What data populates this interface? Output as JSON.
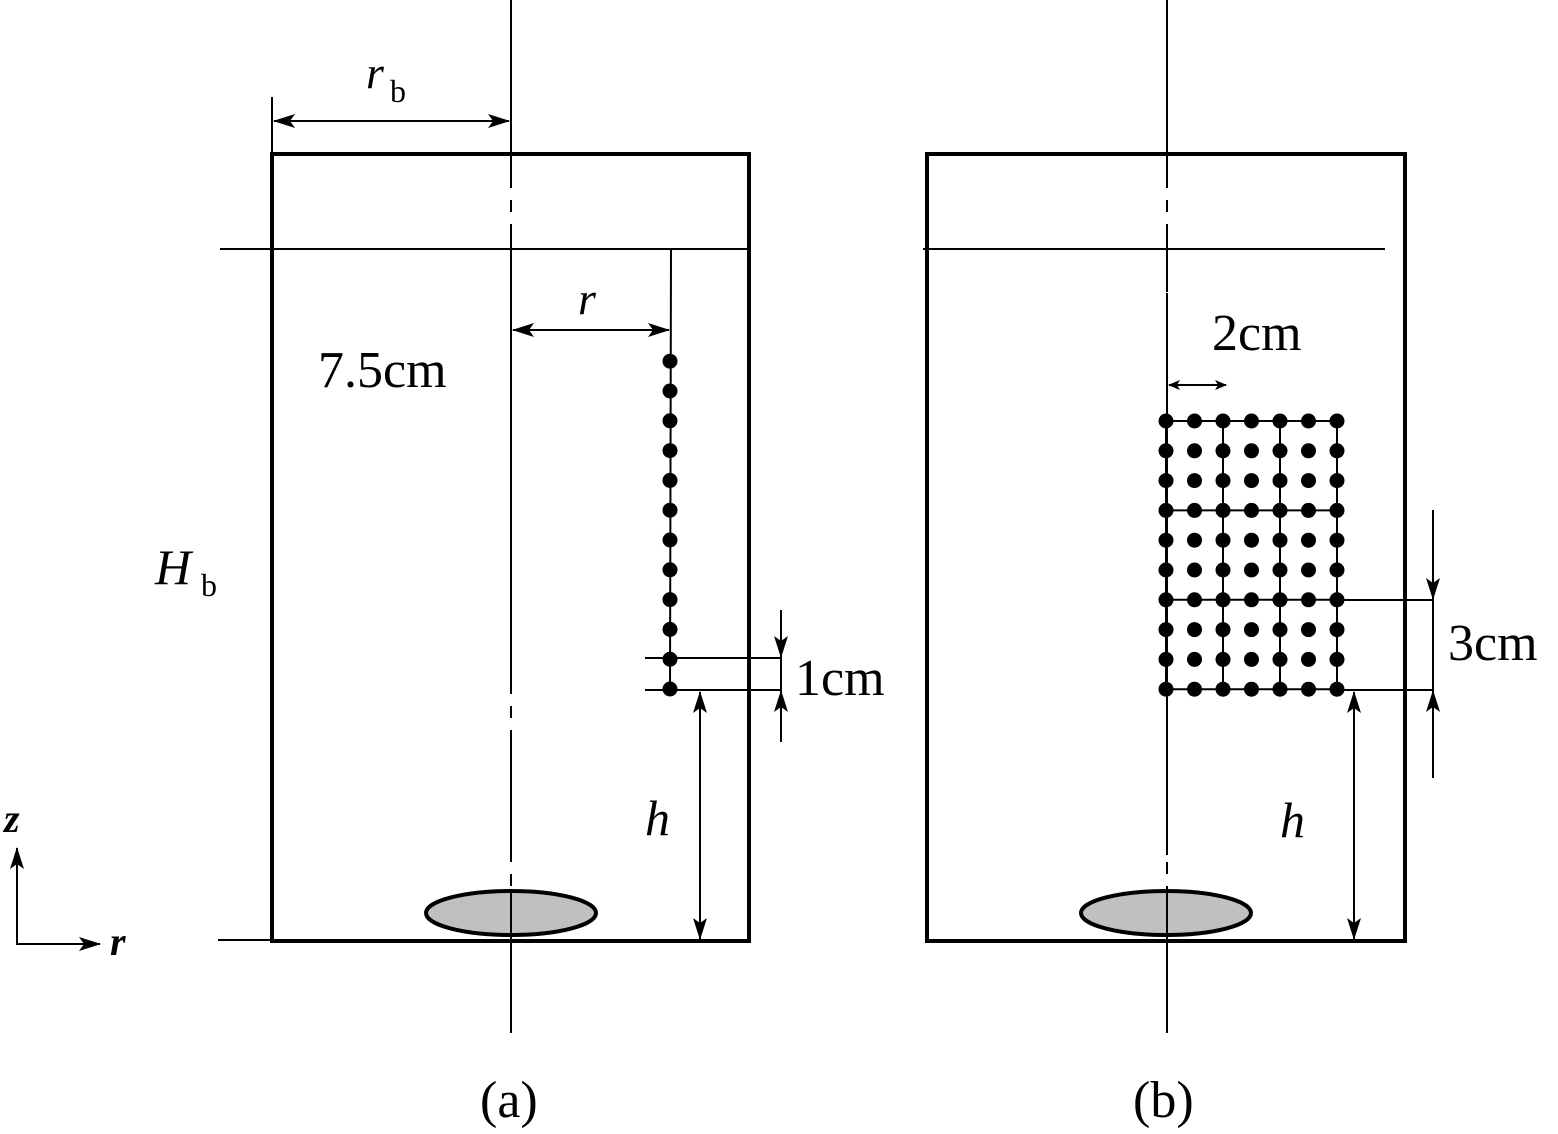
{
  "figure": {
    "panels": [
      {
        "id": "a",
        "caption": "(a)",
        "labels": {
          "bed_radius_symbol": "r",
          "bed_radius_subscript": "b",
          "radial_position": "r",
          "bed_height_symbol": "H",
          "bed_height_subscript": "b",
          "probe_height": "h",
          "radius_value": "7.5cm",
          "probe_spacing": "1cm"
        },
        "probe_layout": {
          "type": "single vertical line",
          "points": 12,
          "spacing_cm": 1
        }
      },
      {
        "id": "b",
        "caption": "(b)",
        "labels": {
          "probe_height": "h",
          "horizontal_spacing": "2cm",
          "vertical_spacing": "3cm"
        },
        "probe_layout": {
          "type": "grid",
          "columns": 7,
          "rows": 10
        }
      }
    ],
    "axes_indicator": {
      "vertical": "z",
      "horizontal": "r"
    },
    "colors": {
      "line": "#000000",
      "distributor_fill": "#c0c0c0"
    }
  }
}
